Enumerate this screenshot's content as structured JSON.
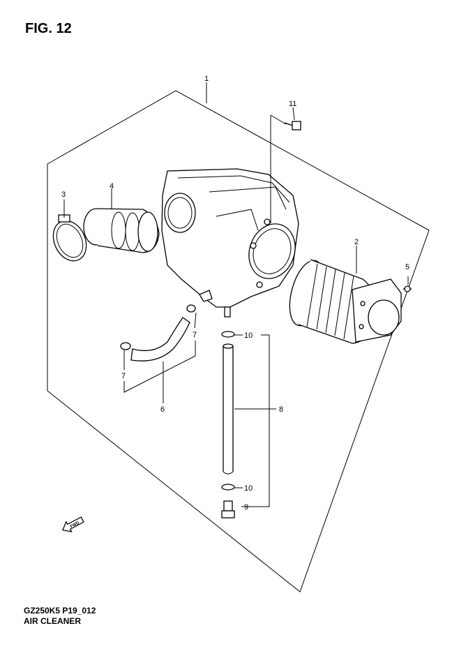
{
  "figure": {
    "title": "FIG. 12"
  },
  "footer": {
    "model_code": "GZ250K5 P19_012",
    "caption": "AIR CLEANER"
  },
  "direction": {
    "label": "FWD"
  },
  "callouts": [
    {
      "id": "c1",
      "number": "1"
    },
    {
      "id": "c2",
      "number": "2"
    },
    {
      "id": "c3",
      "number": "3"
    },
    {
      "id": "c4",
      "number": "4"
    },
    {
      "id": "c5",
      "number": "5"
    },
    {
      "id": "c6",
      "number": "6"
    },
    {
      "id": "c7a",
      "number": "7"
    },
    {
      "id": "c7b",
      "number": "7"
    },
    {
      "id": "c8",
      "number": "8"
    },
    {
      "id": "c9",
      "number": "9"
    },
    {
      "id": "c10a",
      "number": "10"
    },
    {
      "id": "c10b",
      "number": "10"
    },
    {
      "id": "c11",
      "number": "11"
    }
  ]
}
